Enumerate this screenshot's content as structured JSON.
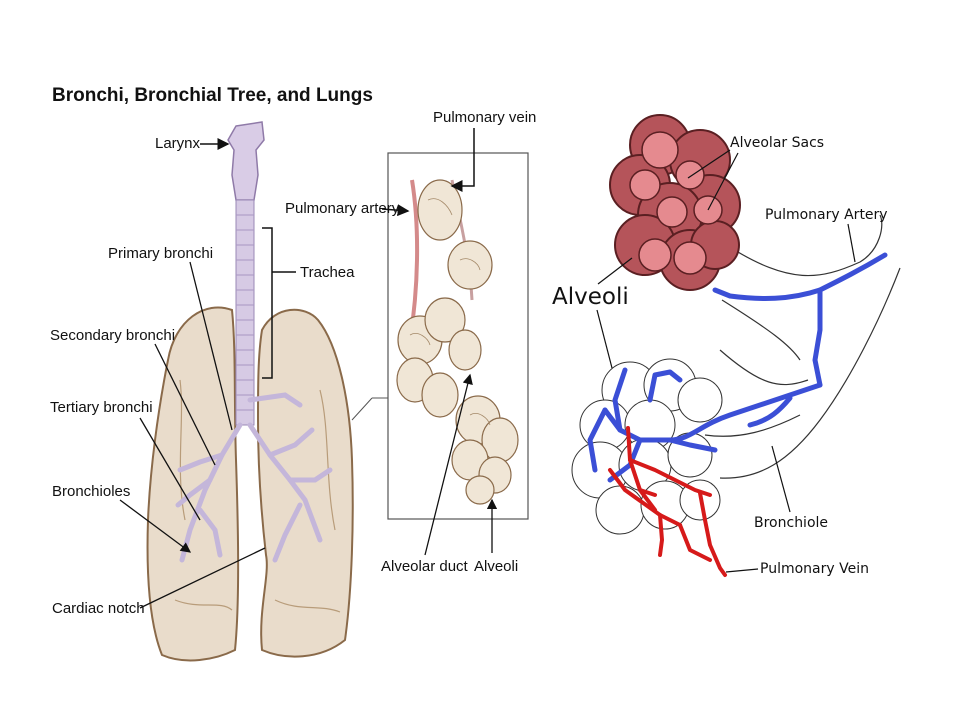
{
  "left": {
    "title": "Bronchi, Bronchial Tree, and Lungs",
    "labels": {
      "larynx": "Larynx",
      "trachea": "Trachea",
      "primary_bronchi": "Primary bronchi",
      "secondary_bronchi": "Secondary bronchi",
      "tertiary_bronchi": "Tertiary bronchi",
      "bronchioles": "Bronchioles",
      "cardiac_notch": "Cardiac notch",
      "pulmonary_vein": "Pulmonary vein",
      "pulmonary_artery": "Pulmonary artery",
      "alveolar_duct": "Alveolar duct",
      "alveoli": "Alveoli"
    }
  },
  "right": {
    "labels": {
      "alveolar_sacs": "Alveolar Sacs",
      "pulmonary_artery": "Pulmonary Artery",
      "alveoli": "Alveoli",
      "bronchiole": "Bronchiole",
      "pulmonary_vein": "Pulmonary Vein"
    }
  },
  "colors": {
    "lung_fill": "#e9dccb",
    "lung_stroke": "#8a6a4a",
    "airway": "#c9bcdc",
    "sac_outer": "#b5545a",
    "sac_inner": "#e58a8f",
    "vein_blue": "#3b4fd6",
    "vessel_red": "#d61a1a"
  }
}
